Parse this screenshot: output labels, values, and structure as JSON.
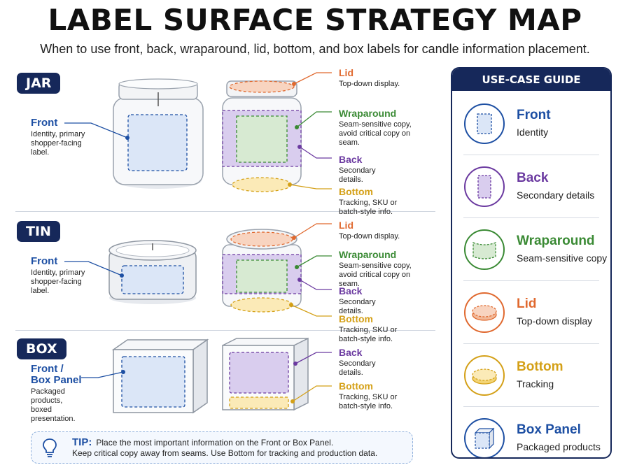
{
  "title": "LABEL SURFACE STRATEGY MAP",
  "subtitle": "When to use front, back, wraparound, lid, bottom, and box labels for candle information placement.",
  "colors": {
    "navy": "#16285a",
    "front": "#1d4fa3",
    "back": "#6b3aa0",
    "wraparound": "#3a8a34",
    "lid": "#e0692f",
    "bottom": "#d4a017"
  },
  "sections": {
    "jar": {
      "tag": "JAR",
      "front": {
        "heading": "Front",
        "text": "Identity, primary shopper-facing label."
      },
      "lid": {
        "heading": "Lid",
        "text": "Top-down display."
      },
      "wrap": {
        "heading": "Wraparound",
        "text": "Seam-sensitive copy, avoid critical copy on seam."
      },
      "back": {
        "heading": "Back",
        "text": "Secondary details."
      },
      "bottom": {
        "heading": "Bottom",
        "text": "Tracking, SKU or batch-style info."
      }
    },
    "tin": {
      "tag": "TIN",
      "front": {
        "heading": "Front",
        "text": "Identity, primary shopper-facing label."
      },
      "lid": {
        "heading": "Lid",
        "text": "Top-down display."
      },
      "wrap": {
        "heading": "Wraparound",
        "text": "Seam-sensitive copy, avoid critical copy on seam."
      },
      "back": {
        "heading": "Back",
        "text": "Secondary details."
      },
      "bottom": {
        "heading": "Bottom",
        "text": "Tracking, SKU or batch-style info."
      }
    },
    "box": {
      "tag": "BOX",
      "front": {
        "heading": "Front / Box Panel",
        "text": "Packaged products, boxed presentation."
      },
      "back": {
        "heading": "Back",
        "text": "Secondary details."
      },
      "bottom": {
        "heading": "Bottom",
        "text": "Tracking, SKU or batch-style info."
      }
    }
  },
  "tip": {
    "label": "TIP:",
    "line1": "Place the most important information on the Front or Box Panel.",
    "line2": "Keep critical copy away from seams. Use Bottom for tracking and production data."
  },
  "guide": {
    "title": "USE-CASE GUIDE",
    "items": [
      {
        "name": "Front",
        "desc": "Identity",
        "icon": "front-label-icon",
        "color": "#1d4fa3"
      },
      {
        "name": "Back",
        "desc": "Secondary details",
        "icon": "back-label-icon",
        "color": "#6b3aa0"
      },
      {
        "name": "Wraparound",
        "desc": "Seam-sensitive copy",
        "icon": "wraparound-label-icon",
        "color": "#3a8a34"
      },
      {
        "name": "Lid",
        "desc": "Top-down display",
        "icon": "lid-label-icon",
        "color": "#e0692f"
      },
      {
        "name": "Bottom",
        "desc": "Tracking",
        "icon": "bottom-label-icon",
        "color": "#d4a017"
      },
      {
        "name": "Box Panel",
        "desc": "Packaged products",
        "icon": "box-panel-icon",
        "color": "#1d4fa3"
      }
    ]
  }
}
